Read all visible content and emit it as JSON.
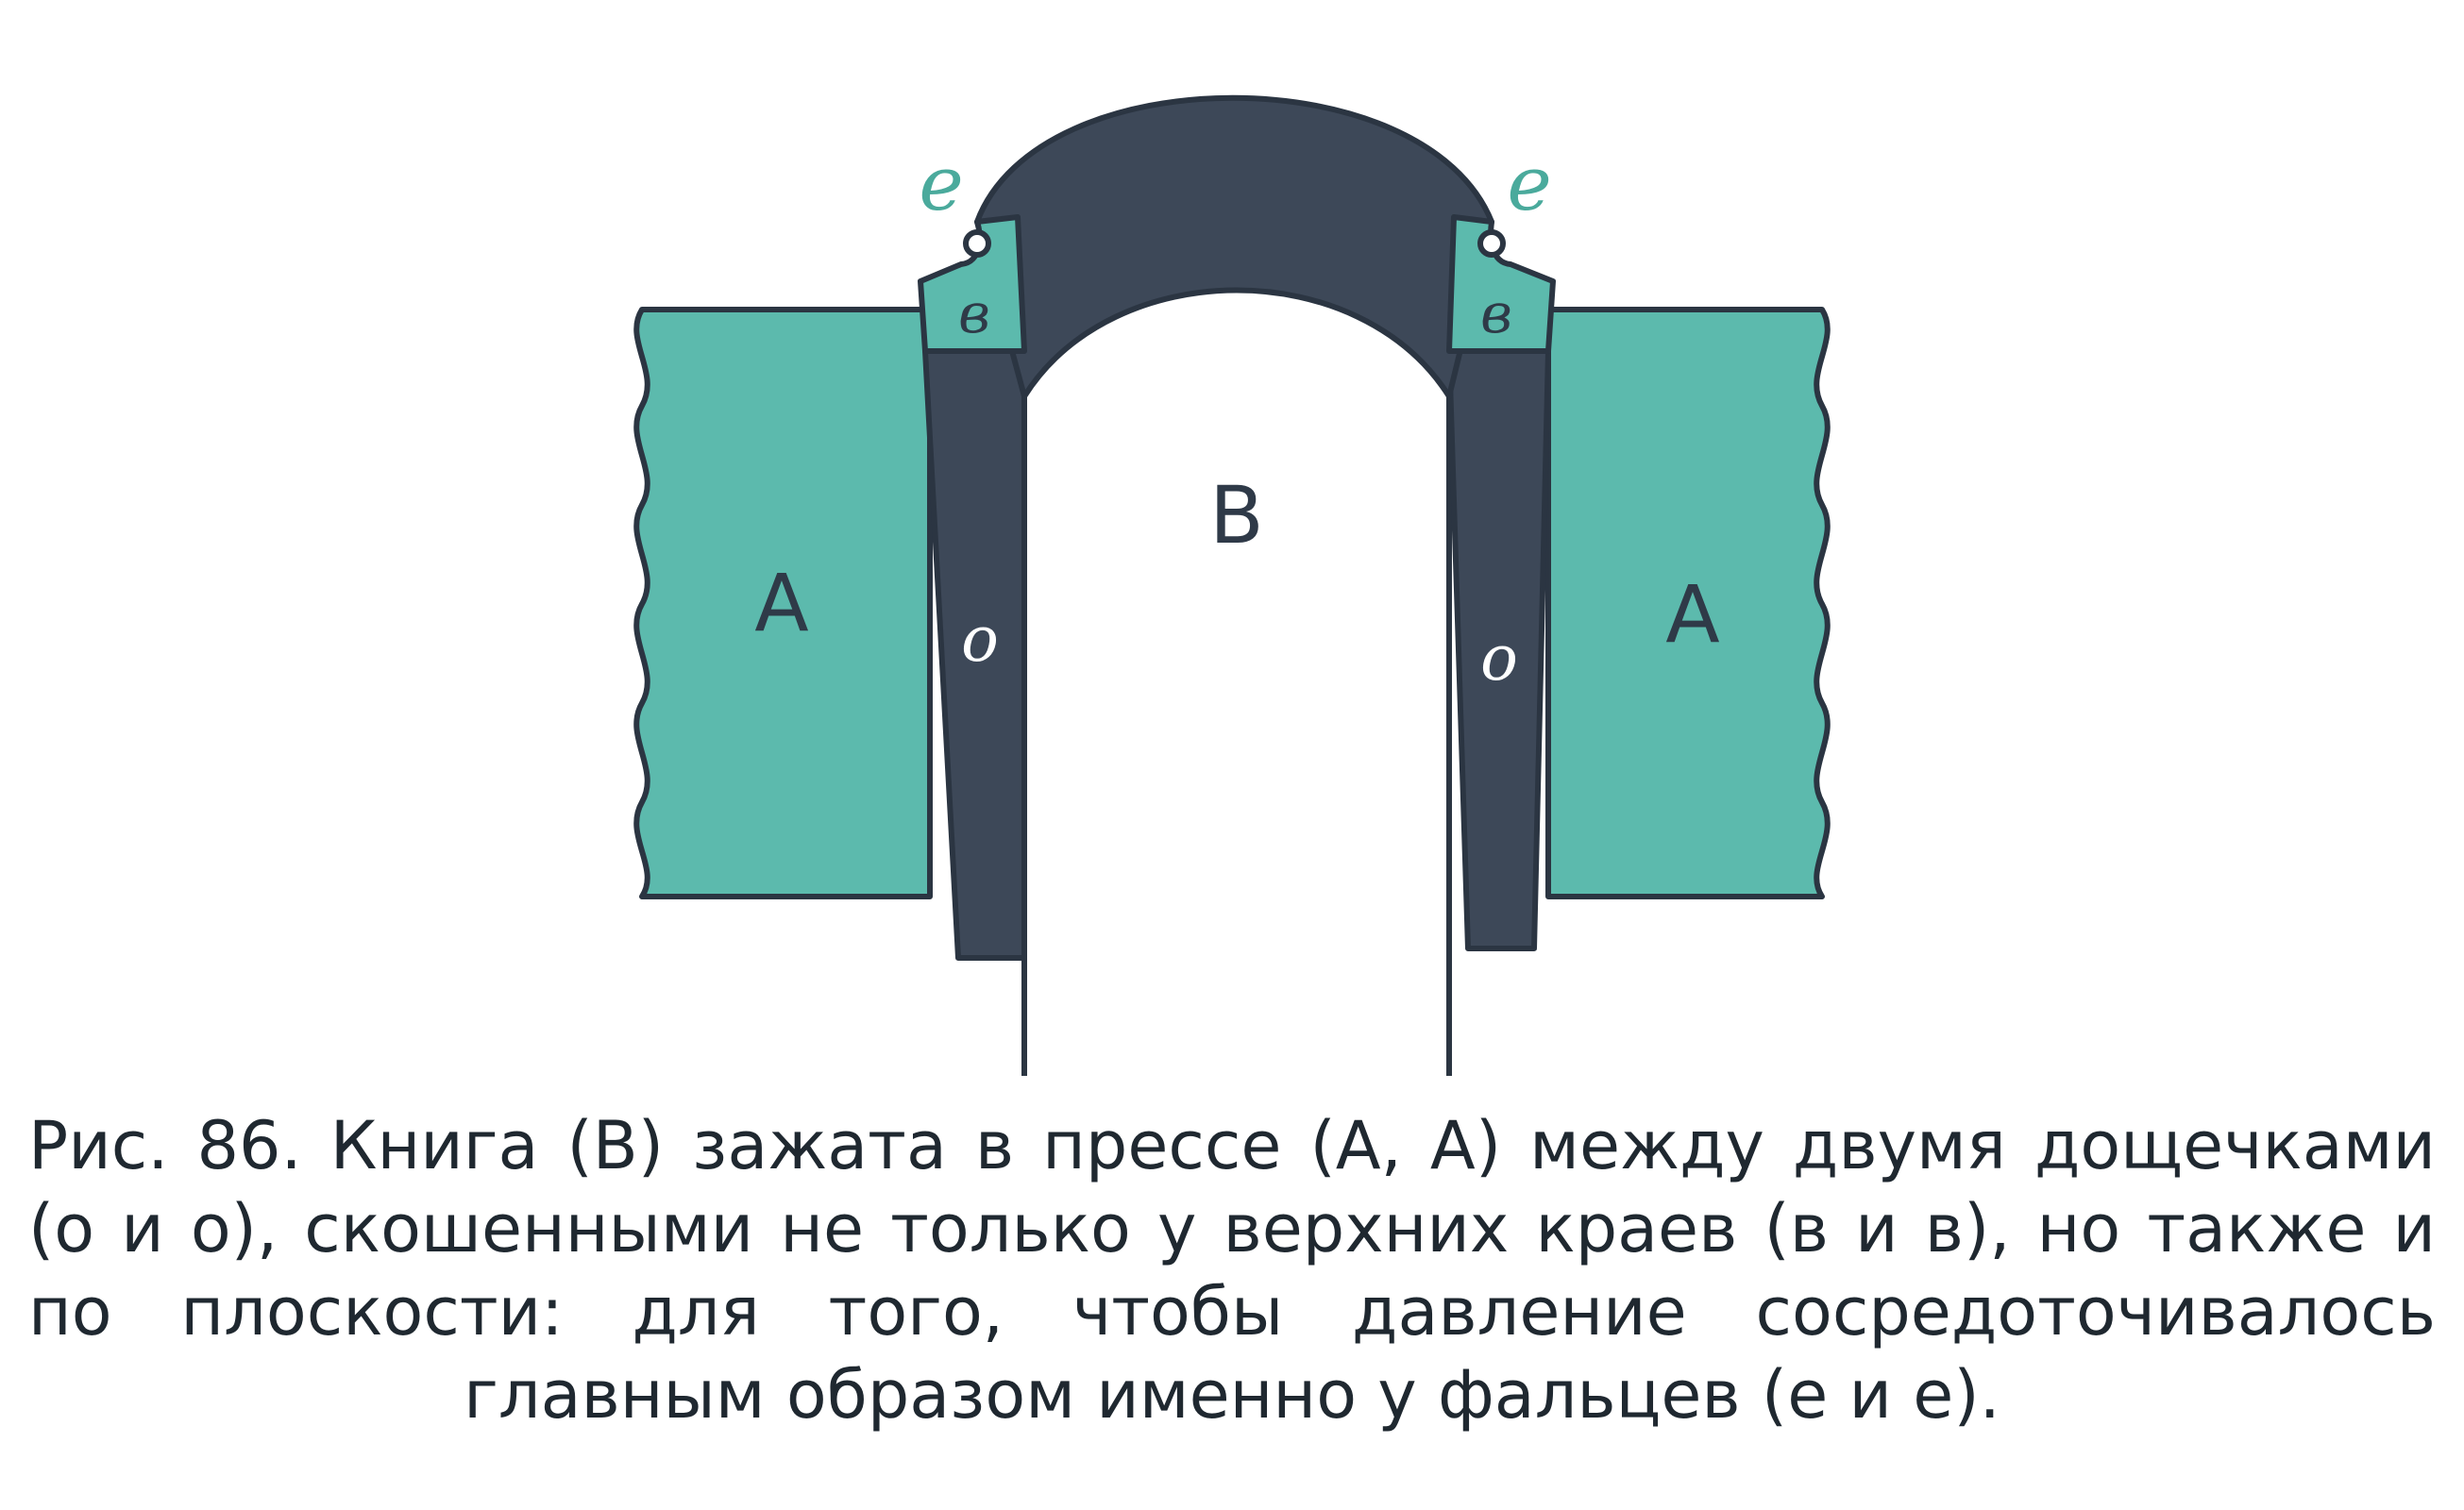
{
  "figure": {
    "labels": {
      "press_left": "А",
      "press_right": "А",
      "book": "В",
      "board_left": "о",
      "board_right": "о",
      "edge_left": "в",
      "edge_right": "в",
      "fold_left": "е",
      "fold_right": "е"
    },
    "caption": "Рис. 86. Книга (В) зажата в прессе (А, А) между двумя дощечками (о и о), скошенными не только у верхних краев (в и в), но также и по плоскости: для того, чтобы давление сосредоточивалось главным образом именно у фальцев (е и е)."
  },
  "colors": {
    "press": "#5cbaad",
    "board": "#3d4858",
    "book_spine": "#3d4858",
    "outline": "#2b3542",
    "fold_label": "#4aaa9c",
    "background": "#ffffff"
  }
}
